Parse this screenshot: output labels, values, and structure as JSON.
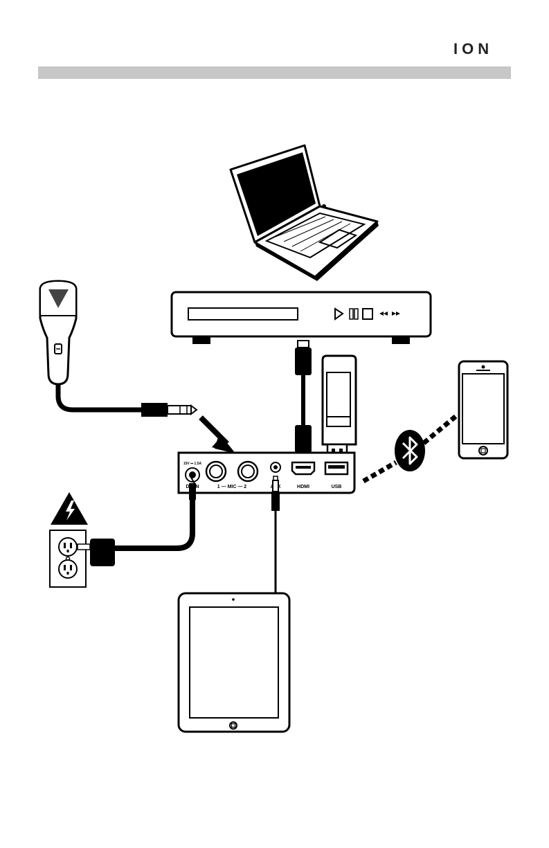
{
  "brand": {
    "logo_text": "ION"
  },
  "panel": {
    "dc_label": "DC IN",
    "dc_spec": "15V ⎓ 1.5A",
    "mic_label": "1 — MIC — 2",
    "aux_label": "AUX",
    "hdmi_label": "HDMI",
    "usb_label": "USB"
  },
  "colors": {
    "header_bar": "#c7c7c7",
    "ink": "#000000"
  }
}
